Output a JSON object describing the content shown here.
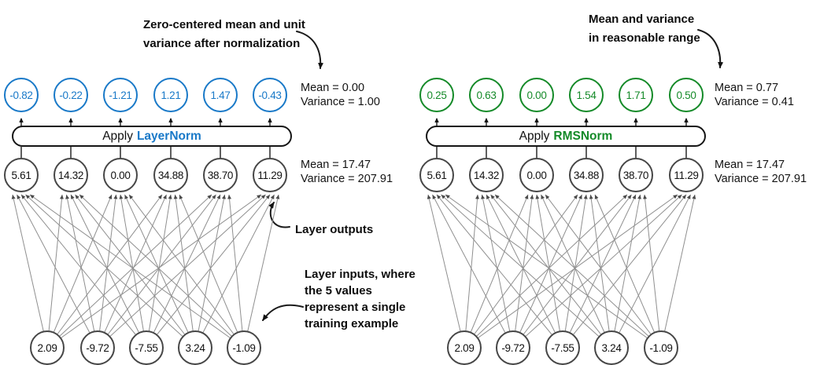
{
  "panels": [
    {
      "method": "LayerNorm",
      "accent_color": "#1979c8",
      "annotation": [
        "Zero-centered mean and unit",
        "variance after normalization"
      ],
      "apply_prefix": "Apply",
      "apply_method": "LayerNorm",
      "output_stats": [
        "Mean = 0.00",
        "Variance = 1.00"
      ],
      "hidden_stats": [
        "Mean = 17.47",
        "Variance = 207.91"
      ],
      "outputs": [
        "-0.82",
        "-0.22",
        "-1.21",
        "1.21",
        "1.47",
        "-0.43"
      ],
      "hidden": [
        "5.61",
        "14.32",
        "0.00",
        "34.88",
        "38.70",
        "11.29"
      ],
      "inputs": [
        "2.09",
        "-9.72",
        "-7.55",
        "3.24",
        "-1.09"
      ],
      "callouts": {
        "layer_outputs": "Layer outputs",
        "layer_inputs": [
          "Layer inputs, where",
          "the 5 values",
          "represent a single",
          "training example"
        ]
      }
    },
    {
      "method": "RMSNorm",
      "accent_color": "#148a28",
      "annotation": [
        "Mean and variance",
        "in reasonable range"
      ],
      "apply_prefix": "Apply",
      "apply_method": "RMSNorm",
      "output_stats": [
        "Mean = 0.77",
        "Variance = 0.41"
      ],
      "hidden_stats": [
        "Mean = 17.47",
        "Variance = 207.91"
      ],
      "outputs": [
        "0.25",
        "0.63",
        "0.00",
        "1.54",
        "1.71",
        "0.50"
      ],
      "hidden": [
        "5.61",
        "14.32",
        "0.00",
        "34.88",
        "38.70",
        "11.29"
      ],
      "inputs": [
        "2.09",
        "-9.72",
        "-7.55",
        "3.24",
        "-1.09"
      ]
    }
  ]
}
